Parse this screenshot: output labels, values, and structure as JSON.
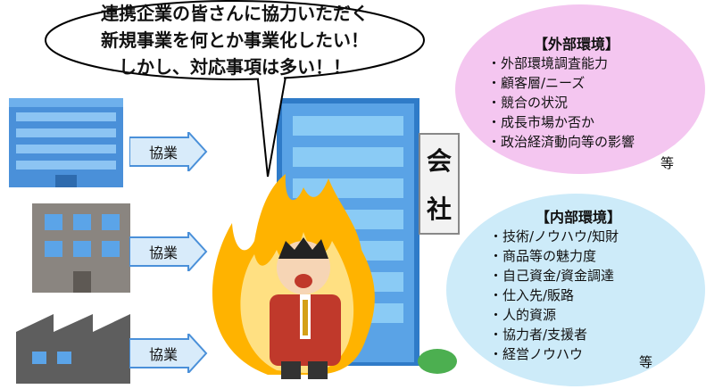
{
  "speech": {
    "lines": [
      "連携企業の皆さんに協力いただく",
      "新規事業を何とか事業化したい！",
      "しかし、対応事項は多い！！"
    ]
  },
  "collab_label": "協業",
  "company_sign": [
    "会",
    "社"
  ],
  "external": {
    "title": "【外部環境】",
    "items": [
      "・外部環境調査能力",
      "・顧客層/ニーズ",
      "・競合の状況",
      "・成長市場か否か",
      "・政治経済動向等の影響"
    ],
    "etc": "等"
  },
  "internal": {
    "title": "【内部環境】",
    "items": [
      "・技術/ノウハウ/知財",
      "・商品等の魅力度",
      "・自己資金/資金調達",
      "・仕入先/販路",
      "・人的資源",
      "・協力者/支援者",
      "・経営ノウハウ"
    ],
    "etc": "等"
  },
  "colors": {
    "external_bg": "#F4C6F0",
    "internal_bg": "#CDEBF9",
    "arrow_fill": "#D8EBFA",
    "building_blue": "#4A90D9"
  }
}
